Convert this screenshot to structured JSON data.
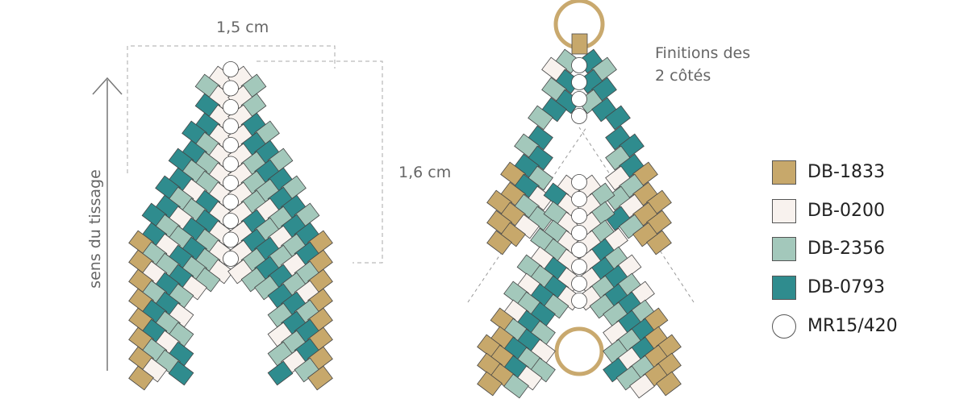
{
  "annotations": {
    "width_label": "1,5 cm",
    "height_label": "1,6 cm",
    "direction_label": "sens du tissage",
    "finish_line1": "Finitions des",
    "finish_line2": "2 côtés"
  },
  "legend": [
    {
      "code": "DB-1833",
      "color": "#c7a86b",
      "shape": "square"
    },
    {
      "code": "DB-0200",
      "color": "#f8f2ee",
      "shape": "square"
    },
    {
      "code": "DB-2356",
      "color": "#a3c8bb",
      "shape": "square"
    },
    {
      "code": "DB-0793",
      "color": "#2f8c8e",
      "shape": "square"
    },
    {
      "code": "MR15/420",
      "color": "#ffffff",
      "shape": "circle"
    }
  ],
  "colors": {
    "gold": "#c7a86b",
    "white": "#f8f2ee",
    "light_teal": "#a3c8bb",
    "dark_teal": "#2f8c8e",
    "ring": "#c9a96e",
    "dashed": "#aaaaaa",
    "text": "#666666"
  }
}
